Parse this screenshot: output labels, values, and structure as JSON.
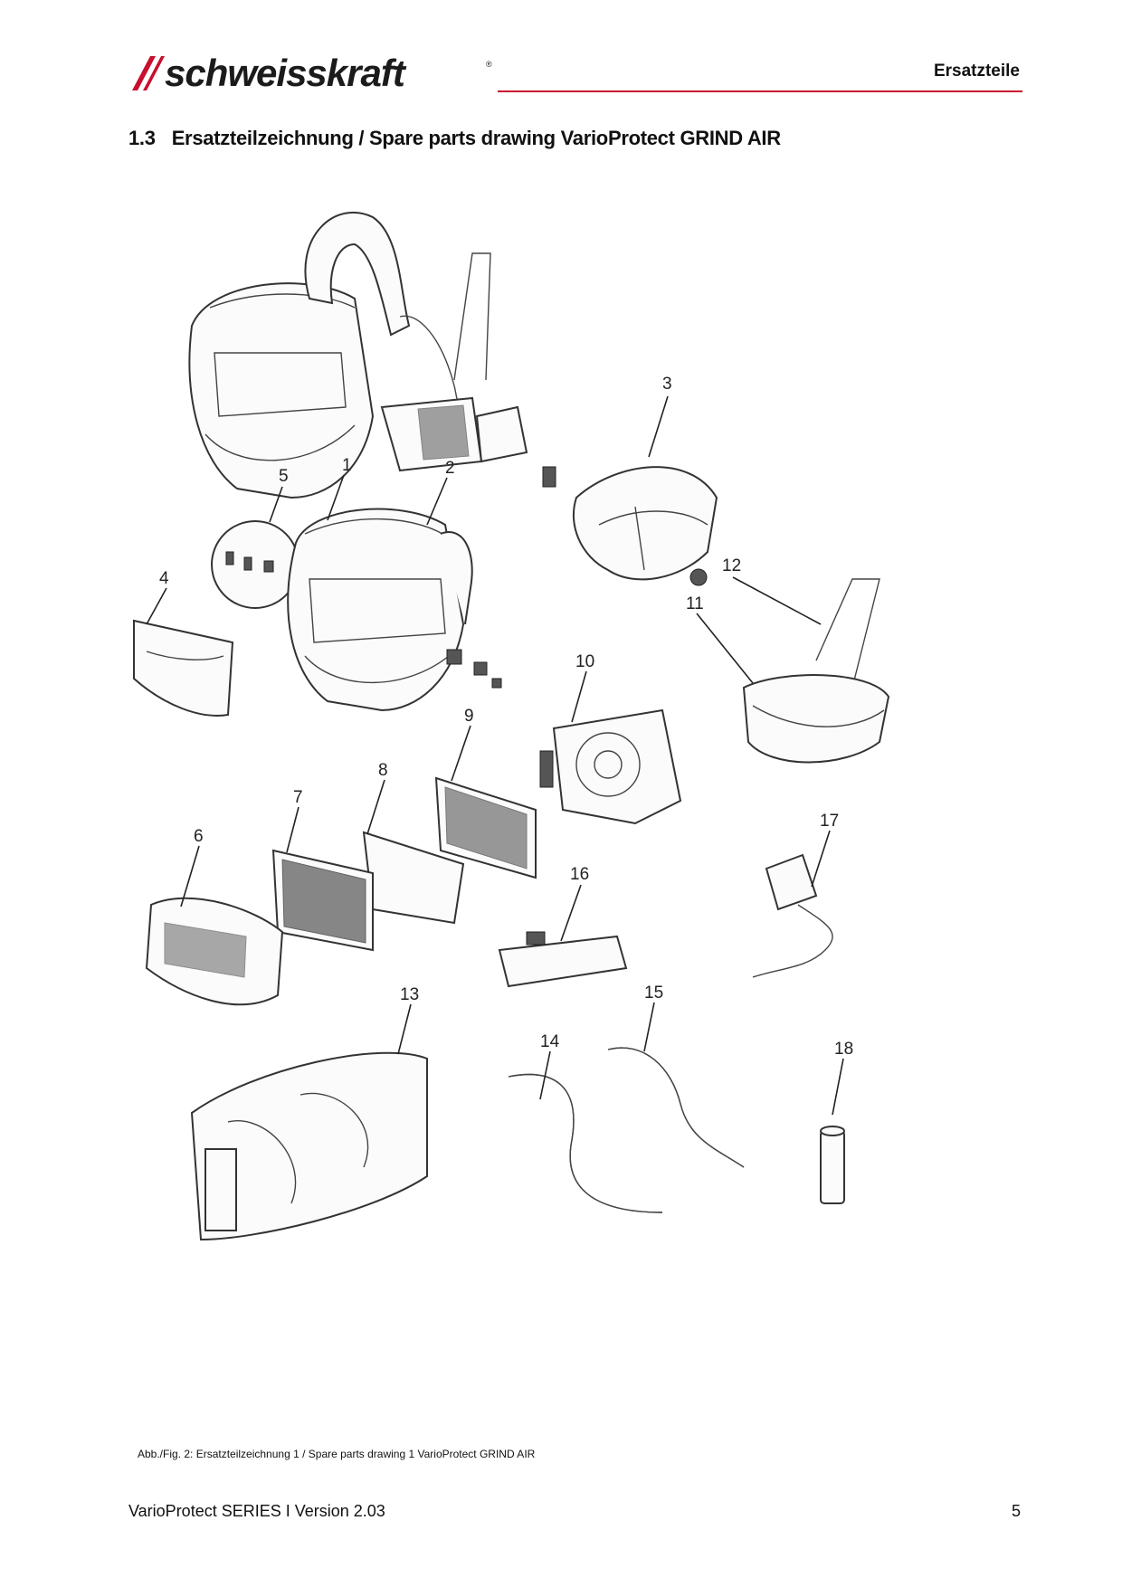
{
  "header": {
    "brand": "schweisskraft",
    "registered_mark": "®",
    "section_label": "Ersatzteile",
    "brand_color": "#c8102e"
  },
  "title": {
    "number": "1.3",
    "text": "Ersatzteilzeichnung / Spare parts drawing VarioProtect GRIND AIR"
  },
  "drawing": {
    "part_labels": [
      "1",
      "2",
      "3",
      "4",
      "5",
      "6",
      "7",
      "8",
      "9",
      "10",
      "11",
      "12",
      "13",
      "14",
      "15",
      "16",
      "17",
      "18"
    ]
  },
  "caption": "Abb./Fig. 2: Ersatzteilzeichnung 1 / Spare parts drawing 1 VarioProtect GRIND AIR",
  "footer": {
    "left": "VarioProtect SERIES I Version 2.03",
    "page_number": "5"
  }
}
